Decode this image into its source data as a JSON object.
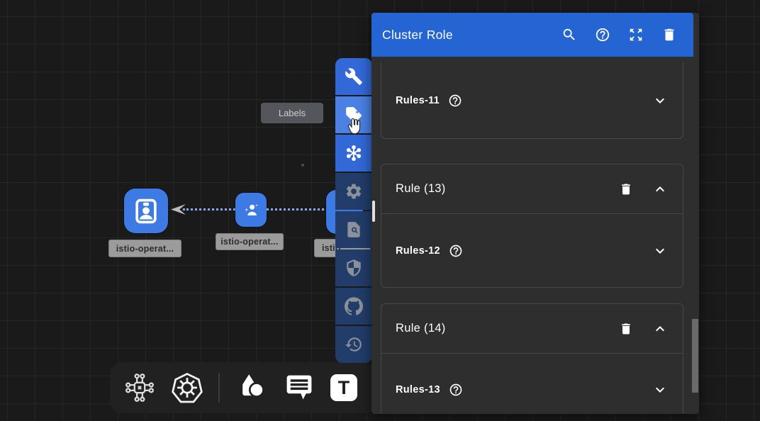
{
  "panel": {
    "title": "Cluster Role",
    "header_icons": [
      "search-icon",
      "help-icon",
      "expand-icon",
      "delete-icon"
    ],
    "cards": [
      {
        "rules_label": "Rules-11"
      },
      {
        "rule_label": "Rule (13)",
        "rules_label": "Rules-12"
      },
      {
        "rule_label": "Rule (14)",
        "rules_label": "Rules-13"
      }
    ]
  },
  "tooltip": {
    "label": "Labels"
  },
  "side_toolbar": {
    "items": [
      {
        "icon": "wrench-icon",
        "state": "active"
      },
      {
        "icon": "label-tag-icon",
        "state": "hover"
      },
      {
        "icon": "hub-icon",
        "state": "active"
      },
      {
        "icon": "settings-gear-icon",
        "state": "disabled"
      },
      {
        "icon": "file-search-icon",
        "state": "disabled"
      },
      {
        "icon": "shield-icon",
        "state": "disabled"
      },
      {
        "icon": "github-icon",
        "state": "disabled"
      },
      {
        "icon": "history-icon",
        "state": "disabled"
      }
    ]
  },
  "bottom_toolbar": {
    "items": [
      "circuit-icon",
      "kubernetes-icon",
      "shapes-icon",
      "comment-icon",
      "text-tool"
    ],
    "text_glyph": "T"
  },
  "canvas": {
    "nodes": [
      {
        "label": "istio-operat...",
        "icon": "id-badge-icon"
      },
      {
        "label": "istio-operat...",
        "icon": "service-account-icon"
      },
      {
        "label": "istio",
        "icon": "hidden-node"
      }
    ]
  },
  "colors": {
    "canvas_bg": "#1a1a1a",
    "grid_line": "#262626",
    "panel_header_blue": "#2465d3",
    "panel_body": "#2e2e2e",
    "card_border": "#474747",
    "toolbar_active_blue": "#3268d8",
    "toolbar_hover_blue": "#4b81e4",
    "toolbar_disabled_navy": "#223d6a",
    "node_blue": "#3d7ae4",
    "chip_gray": "#9b9b9b",
    "edge_dotted": "#86aaf2"
  }
}
